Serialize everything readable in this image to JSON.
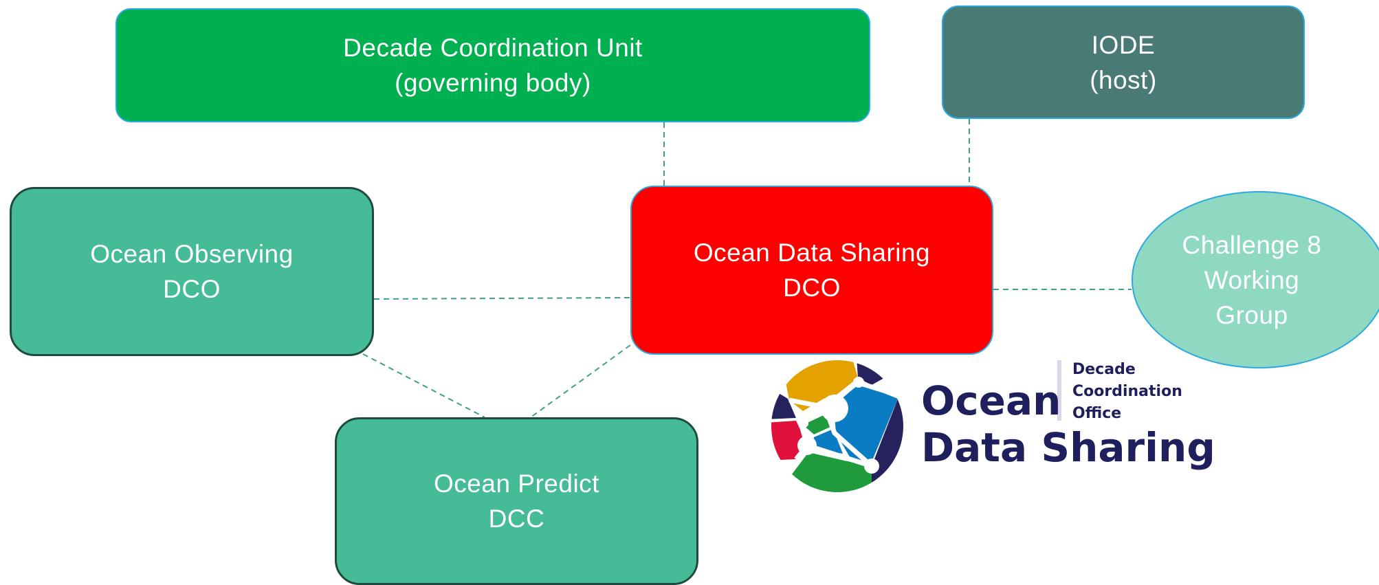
{
  "nodes": {
    "dcu": {
      "line1": "Decade Coordination Unit",
      "line2": "(governing body)",
      "color": "#00b050"
    },
    "iode": {
      "line1": "IODE",
      "line2": "(host)",
      "color": "#4a7a76"
    },
    "observing": {
      "line1": "Ocean Observing",
      "line2": "DCO",
      "color": "#45bb97"
    },
    "data_sharing": {
      "line1": "Ocean Data Sharing",
      "line2": "DCO",
      "color": "#ff0000"
    },
    "predict": {
      "line1": "Ocean Predict",
      "line2": "DCC",
      "color": "#45bb97"
    },
    "challenge": {
      "line1": "Challenge 8",
      "line2": "Working",
      "line3": "Group",
      "color": "#8fd8c1"
    }
  },
  "connectors": {
    "style": "dashed",
    "color": "#3f9f8c"
  },
  "logo": {
    "word1": "Ocean",
    "word2": "Data Sharing",
    "office_line1": "Decade",
    "office_line2": "Coordination",
    "office_line3": "Office",
    "text_color": "#1f1f5e",
    "segment_colors": [
      "#e3a200",
      "#0a7cc4",
      "#26225e",
      "#1f9a3c",
      "#e0113a"
    ]
  }
}
